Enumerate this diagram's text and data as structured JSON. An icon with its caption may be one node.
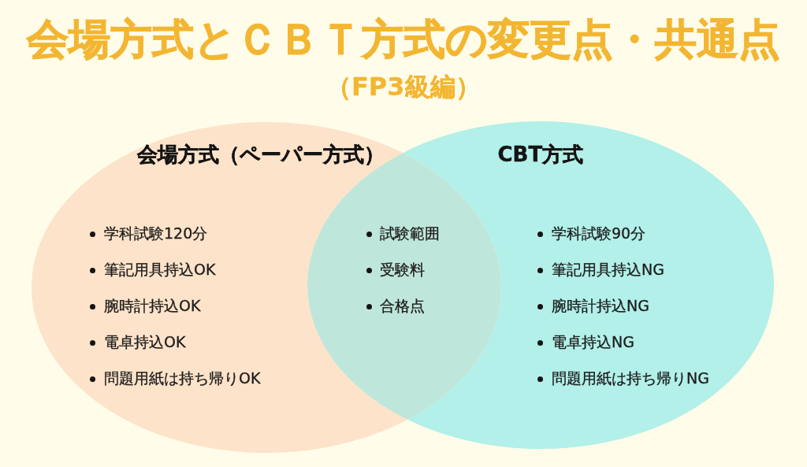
{
  "diagram": {
    "title": "会場方式とＣＢＴ方式の変更点・共通点",
    "nodes": [
      {
        "text": [
          "会場方式（ペーパー方式）",
          "学科試験120分",
          "筆記用具持込OK",
          "腕時計持込OK",
          "電卓持込OK",
          "問題用紙は持ち帰りOK"
        ]
      },
      {
        "text": [
          "CBT方式",
          "学科試験90分",
          "筆記用具持込NG",
          "腕時計持込NG",
          "電卓持込NG",
          "問題用紙は持ち帰りNG"
        ]
      },
      {
        "text": [
          "試験範囲",
          "受験料",
          "合格点"
        ]
      }
    ],
    "labels": [
      "（FP3級編）"
    ]
  }
}
